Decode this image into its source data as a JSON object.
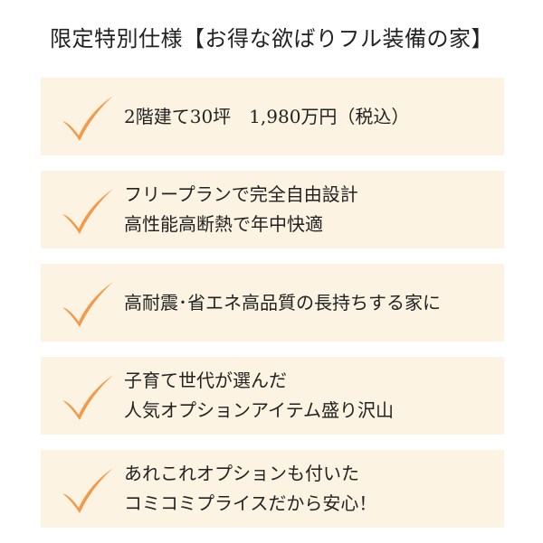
{
  "title": "限定特別仕様【お得な欲ばりフル装備の家】",
  "accent_color": "#f39a4a",
  "card_color": "#fdf3e2",
  "check_icon": "check-mark-icon",
  "items": [
    {
      "lines": [
        "2階建て30坪　1,980万円（税込）"
      ]
    },
    {
      "lines": [
        "フリープランで完全自由設計",
        "高性能高断熱で年中快適"
      ]
    },
    {
      "lines": [
        "高耐震･省エネ高品質の長持ちする家に"
      ]
    },
    {
      "lines": [
        "子育て世代が選んだ",
        "人気オプションアイテム盛り沢山"
      ]
    },
    {
      "lines": [
        "あれこれオプションも付いた",
        "コミコミプライスだから安心！"
      ]
    }
  ]
}
